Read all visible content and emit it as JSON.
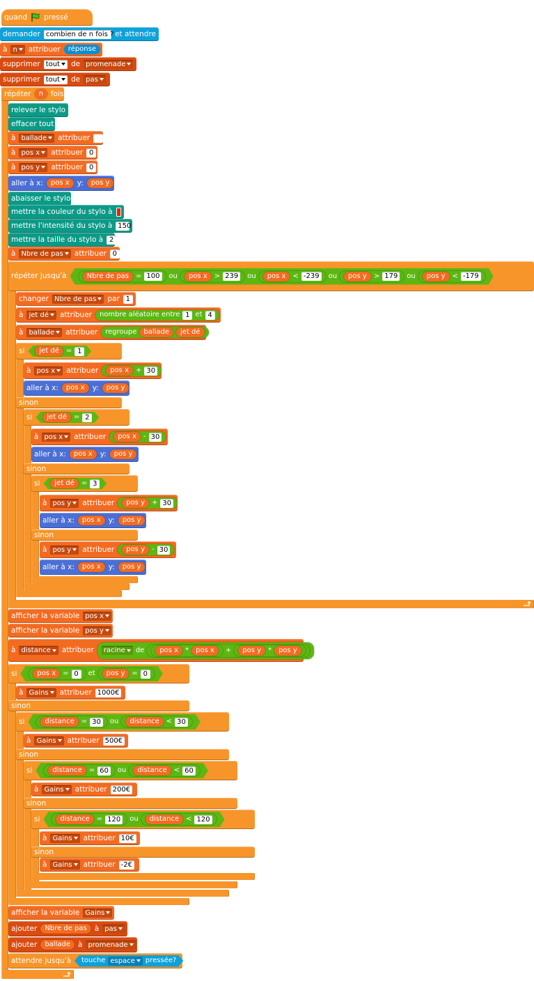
{
  "hat": {
    "when": "quand",
    "pressed": "pressé",
    "flag_icon": "green-flag-icon"
  },
  "ask": {
    "label": "demander",
    "question": "combien de n fois ?",
    "and_wait": "et attendre"
  },
  "set_n": {
    "to": "à",
    "var": "n",
    "set": "attribuer",
    "value": "réponse"
  },
  "delete1": {
    "label": "supprimer",
    "what": "tout",
    "of": "de",
    "list": "promenade"
  },
  "delete2": {
    "label": "supprimer",
    "what": "tout",
    "of": "de",
    "list": "pas"
  },
  "repeat": {
    "label": "répéter",
    "count": "n",
    "times": "fois"
  },
  "pen_up": "relever le stylo",
  "clear": "effacer tout",
  "set_ballade": {
    "to": "à",
    "var": "ballade",
    "set": "attribuer",
    "value": ""
  },
  "set_posx": {
    "to": "à",
    "var": "pos x",
    "set": "attribuer",
    "value": "0"
  },
  "set_posy": {
    "to": "à",
    "var": "pos y",
    "set": "attribuer",
    "value": "0"
  },
  "goto": {
    "label": "aller à x:",
    "x": "pos x",
    "y_label": "y:",
    "y": "pos y"
  },
  "pen_down": "abaisser le stylo",
  "pen_color": {
    "label": "mettre la couleur du stylo à",
    "color": "#ff1a00"
  },
  "pen_shade": {
    "label": "mettre l'intensité du stylo à",
    "value": "150"
  },
  "pen_size": {
    "label": "mettre la taille du stylo à",
    "value": "2"
  },
  "set_nbre": {
    "to": "à",
    "var": "Nbre de pas",
    "set": "attribuer",
    "value": "0"
  },
  "repeat_until": {
    "label": "répéter jusqu'à",
    "nbre": "Nbre de pas",
    "eq": "=",
    "limit": "100",
    "or": "ou",
    "posx": "pos x",
    "gt": ">",
    "v239": "239",
    "lt": "<",
    "vm239": "-239",
    "posy": "pos y",
    "v179": "179",
    "vm179": "-179"
  },
  "change": {
    "label": "changer",
    "var": "Nbre de pas",
    "by": "par",
    "value": "1"
  },
  "set_jet": {
    "to": "à",
    "var": "jet dé",
    "set": "attribuer",
    "random": "nombre aléatoire entre",
    "a": "1",
    "and": "et",
    "b": "4"
  },
  "set_ballade2": {
    "to": "à",
    "var": "ballade",
    "set": "attribuer",
    "join": "regroupe",
    "p1": "ballade",
    "p2": "jet dé"
  },
  "if_label": "si",
  "else_label": "sinon",
  "jet": "jet dé",
  "eq": "=",
  "plus": "+",
  "minus": "-",
  "times": "*",
  "thirty": "30",
  "one": "1",
  "two": "2",
  "three": "3",
  "show_var": "afficher la variable",
  "posx": "pos x",
  "posy": "pos y",
  "set_label": "attribuer",
  "to": "à",
  "distance": {
    "var": "distance",
    "sqrt": "racine",
    "of": "de"
  },
  "cond_origin": {
    "and": "et",
    "zero": "0"
  },
  "gains": {
    "var": "Gains",
    "v1000": "1000€",
    "v500": "500€",
    "v200": "200€",
    "v10": "10€",
    "vm2": "-2€"
  },
  "dist_conds": {
    "d": "distance",
    "or": "ou",
    "lt": "<",
    "d30": "30",
    "d60": "60",
    "d120": "120"
  },
  "show_gains": {
    "label": "afficher la variable",
    "var": "Gains"
  },
  "add1": {
    "label": "ajouter",
    "item": "Nbre de pas",
    "to": "à",
    "list": "pas"
  },
  "add2": {
    "label": "ajouter",
    "item": "ballade",
    "to": "à",
    "list": "promenade"
  },
  "wait_until": {
    "label": "attendre jusqu'à",
    "key": "touche",
    "keyname": "espace",
    "pressed": "pressée?"
  }
}
